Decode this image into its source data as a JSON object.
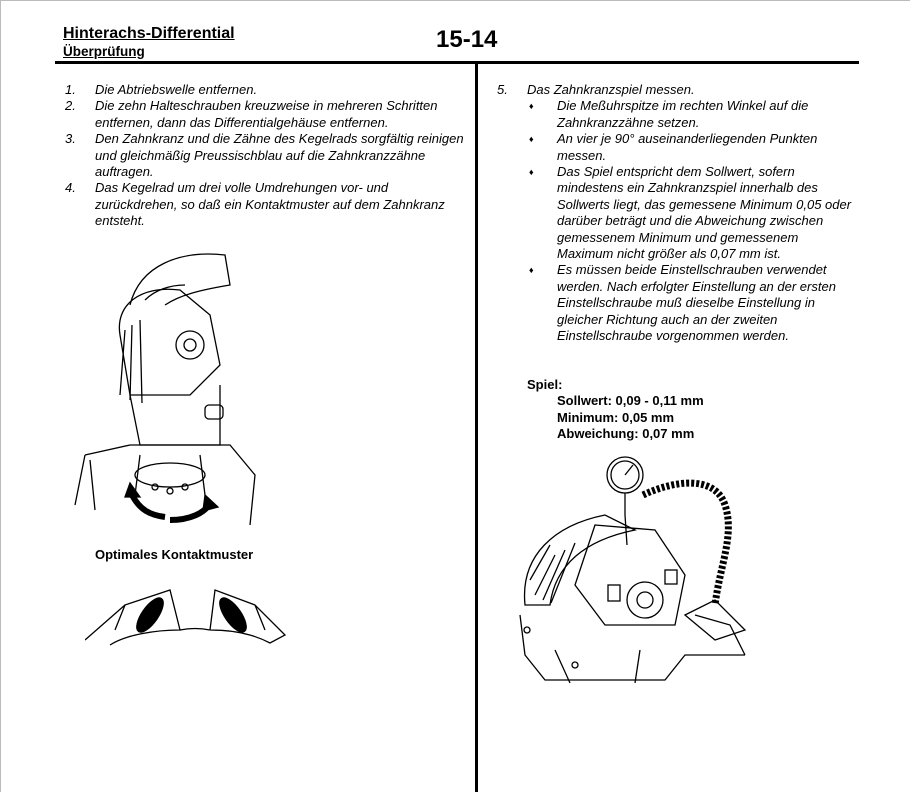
{
  "header": {
    "title": "Hinterachs-Differential",
    "subtitle": "Überprüfung",
    "page_number": "15-14"
  },
  "left_steps": [
    {
      "num": "1.",
      "text": "Die Abtriebswelle entfernen."
    },
    {
      "num": "2.",
      "text": "Die zehn Halteschrauben kreuzweise in mehreren Schritten entfernen, dann das Differentialgehäuse entfernen."
    },
    {
      "num": "3.",
      "text": "Den Zahnkranz und die Zähne des Kegelrads sorgfältig reinigen und gleichmäßig Preussischblau auf die Zahnkranzzähne auftragen."
    },
    {
      "num": "4.",
      "text": "Das Kegelrad um drei volle Umdrehungen vor- und zurückdrehen, so daß ein Kontaktmuster auf dem Zahnkranz entsteht."
    }
  ],
  "contact_caption": "Optimales Kontaktmuster",
  "right_step": {
    "num": "5.",
    "text": "Das Zahnkranzspiel messen.",
    "bullet_glyph": "♦",
    "bullets": [
      "Die Meßuhrspitze im rechten Winkel auf die Zahnkranzzähne setzen.",
      "An vier je 90° auseinanderliegenden Punkten messen.",
      "Das Spiel entspricht dem Sollwert, sofern mindestens ein Zahnkranzspiel innerhalb des Sollwerts liegt, das gemessene Minimum 0,05 oder darüber beträgt und die Abweichung zwischen gemessenem Minimum und gemessenem Maximum nicht größer als 0,07 mm ist.",
      "Es müssen beide Einstellschrauben verwendet werden. Nach erfolgter Einstellung an der ersten Einstellschraube muß dieselbe Einstellung in gleicher Richtung auch an der zweiten Einstellschraube vorgenommen werden."
    ]
  },
  "spec": {
    "label": "Spiel:",
    "sollwert": "Sollwert: 0,09 - 0,11 mm",
    "minimum": "Minimum: 0,05 mm",
    "abweichung": "Abweichung: 0,07 mm"
  }
}
